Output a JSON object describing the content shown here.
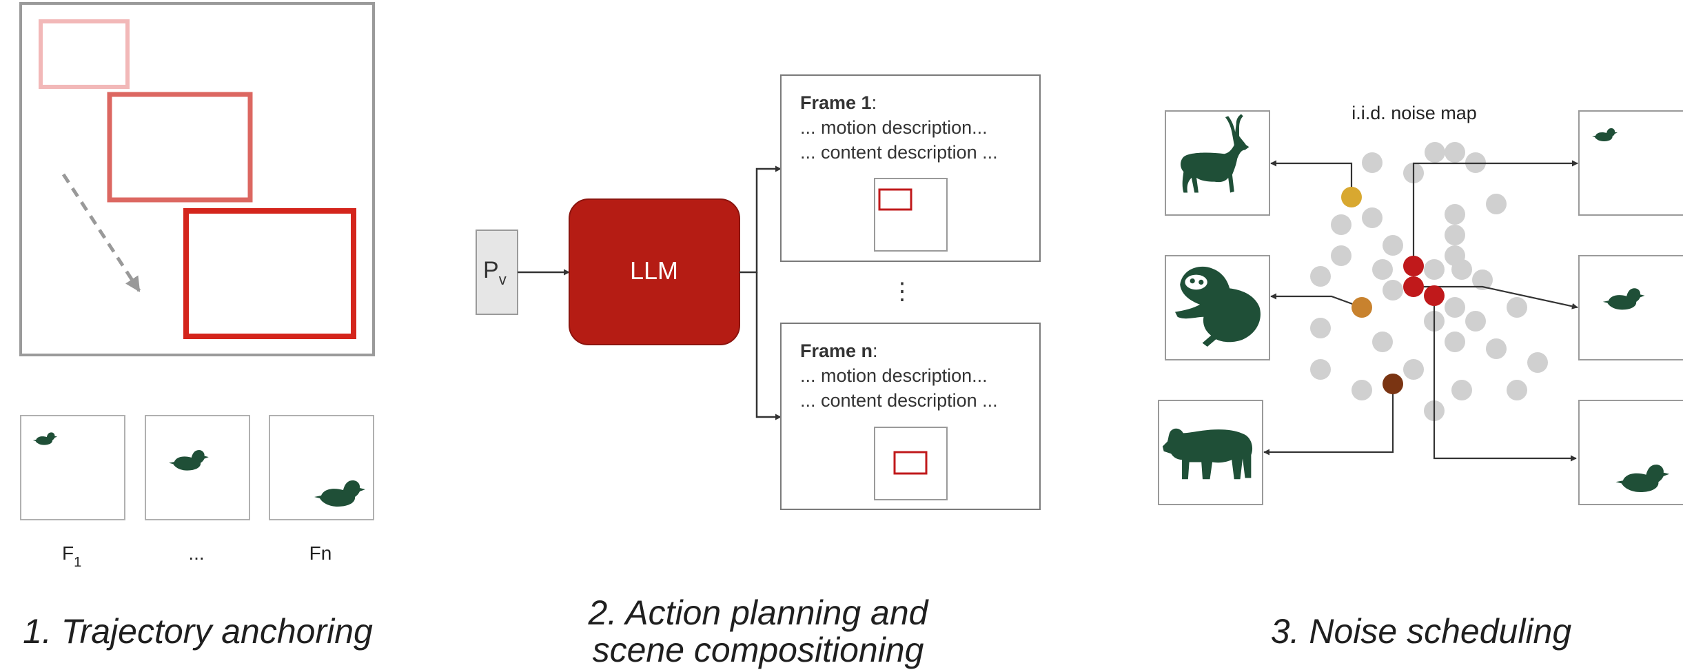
{
  "section1": {
    "frame_labels": [
      "F",
      "...",
      "Fn"
    ],
    "frame_label_subscript": "1",
    "caption": "1. Trajectory anchoring"
  },
  "section2": {
    "pv_main": "P",
    "pv_sub": "v",
    "llm_label": "LLM",
    "frames": [
      {
        "title": "Frame 1",
        "colon": ":",
        "line1": "... motion description...",
        "line2": "... content description ..."
      },
      {
        "title": "Frame n",
        "colon": ":",
        "line1": "... motion description...",
        "line2": "... content description ..."
      }
    ],
    "vertical_ellipsis": "⋮",
    "caption_line1": "2. Action planning and",
    "caption_line2": "scene compositioning"
  },
  "section3": {
    "noise_map_label": "i.i.d. noise map",
    "caption": "3. Noise scheduling",
    "animals_left": [
      "deer-icon",
      "sloth-icon",
      "bear-icon"
    ],
    "animals_right": [
      "duck-icon",
      "duck-icon",
      "duck-icon"
    ]
  },
  "colors": {
    "anchor_light": "#f2b8b8",
    "anchor_mid": "#dc6761",
    "anchor_dark": "#d4251c",
    "llm_fill": "#b51c14",
    "icon_green": "#1f4f37",
    "noise_gray": "#d0d0d0",
    "dot_red": "#c0191b",
    "dot_gold": "#d8a830",
    "dot_orange": "#c8822e",
    "dot_brown": "#7a3412"
  }
}
